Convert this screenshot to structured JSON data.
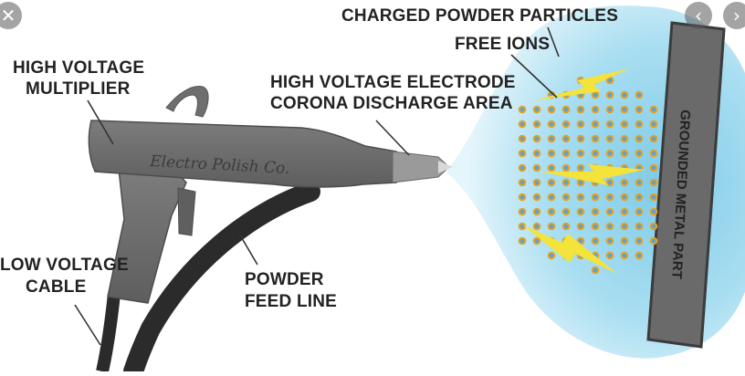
{
  "labels": {
    "charged_powder_particles": "CHARGED POWDER PARTICLES",
    "free_ions": "FREE IONS",
    "high_voltage_multiplier_line1": "HIGH VOLTAGE",
    "high_voltage_multiplier_line2": "MULTIPLIER",
    "electrode_line1": "HIGH VOLTAGE ELECTRODE",
    "electrode_line2": "CORONA DISCHARGE AREA",
    "low_voltage_cable_line1": "LOW VOLTAGE",
    "low_voltage_cable_line2": "CABLE",
    "powder_feed_line_line1": "POWDER",
    "powder_feed_line_line2": "FEED LINE",
    "grounded_metal_part": "GROUNDED METAL PART"
  },
  "brand": "Electro Polish Co.",
  "overlay": {
    "close_glyph": "✕",
    "prev_glyph": "‹",
    "next_glyph": "›"
  },
  "colors": {
    "gun": "#6e6e6e",
    "hose": "#2b2b2b",
    "cloud": "#9fd8ee",
    "particle_fill": "#5ea0d4",
    "particle_ring": "#e6a21e",
    "ion_bolt": "#f3e33b",
    "metal_part": "#6a6a6a"
  }
}
